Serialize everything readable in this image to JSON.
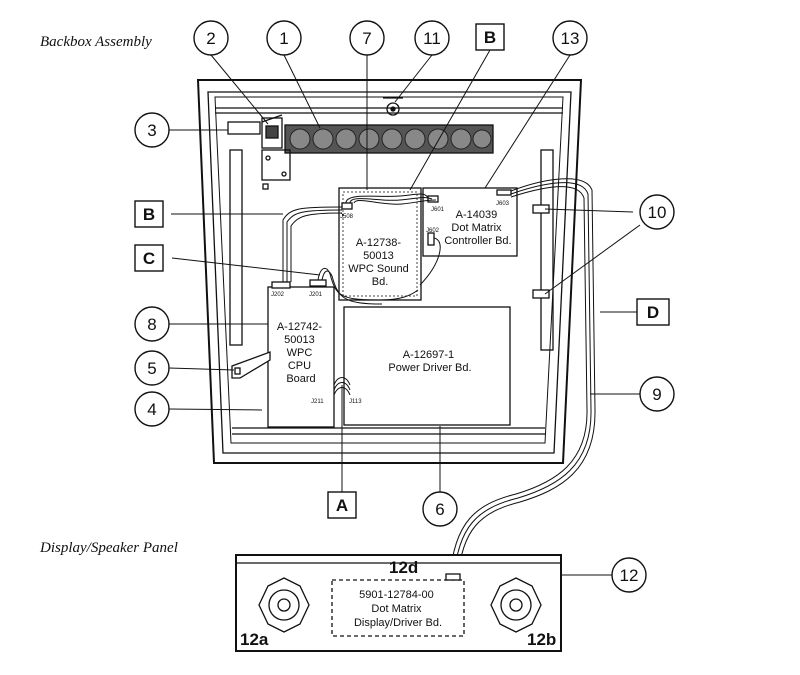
{
  "titles": {
    "backbox": "Backbox Assembly",
    "display_panel": "Display/Speaker Panel"
  },
  "callouts": {
    "n1": "1",
    "n2": "2",
    "n3": "3",
    "n4": "4",
    "n5": "5",
    "n6": "6",
    "n7": "7",
    "n8": "8",
    "n9": "9",
    "n10": "10",
    "n11": "11",
    "n12": "12",
    "n13": "13",
    "bTop": "B",
    "bLeft": "B",
    "c": "C",
    "d": "D",
    "a": "A"
  },
  "boards": {
    "sound": [
      "A-12738-",
      "50013",
      "WPC Sound",
      "Bd."
    ],
    "dmd_controller": [
      "A-14039",
      "Dot Matrix",
      "Controller Bd."
    ],
    "cpu": [
      "A-12742-",
      "50013",
      "WPC",
      "CPU",
      "Board"
    ],
    "power_driver": [
      "A-12697-1",
      "Power Driver Bd."
    ],
    "display_driver": [
      "5901-12784-00",
      "Dot Matrix",
      "Display/Driver Bd."
    ]
  },
  "connectors": {
    "j508": "J508",
    "j601": "J601",
    "j603": "J603",
    "j602": "J602",
    "j202": "J202",
    "j201": "J201",
    "j211": "J211",
    "j113": "J113"
  },
  "panel_labels": {
    "p12a": "12a",
    "p12b": "12b",
    "p12d": "12d"
  }
}
